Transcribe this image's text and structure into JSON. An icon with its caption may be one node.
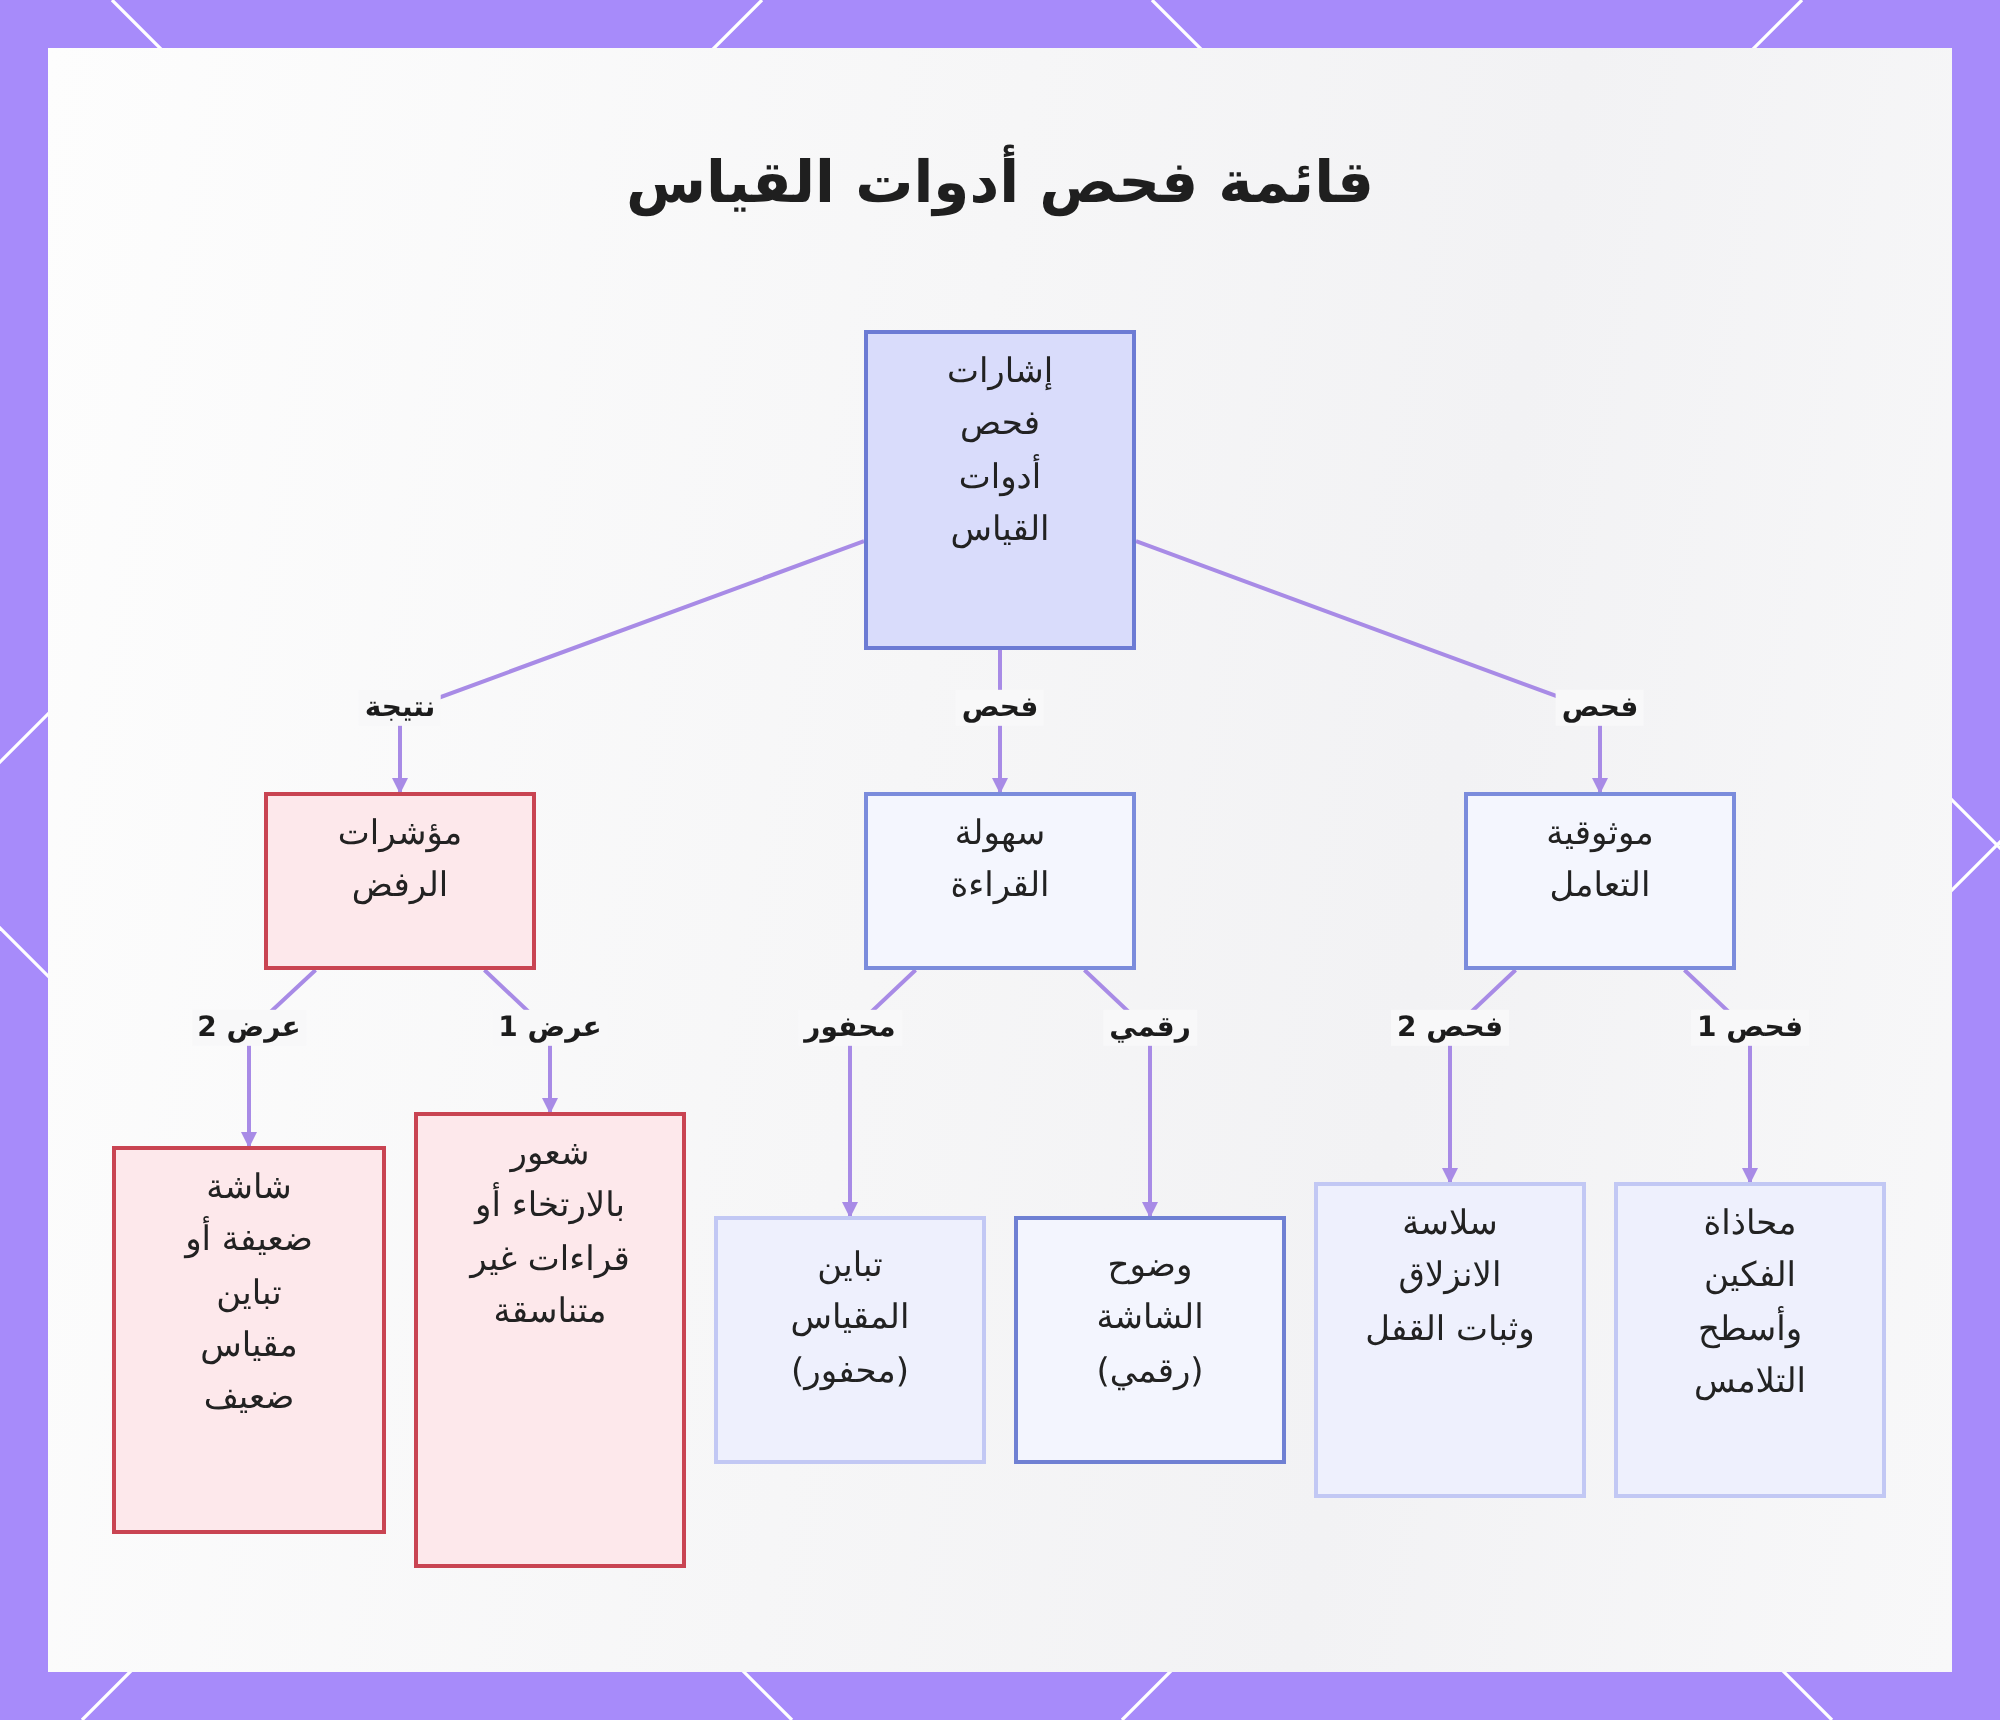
{
  "diagram": {
    "title": "قائمة فحص أدوات القياس",
    "nodes": [
      {
        "text": [
          "إشارات فحص أدوات القياس"
        ]
      },
      {
        "text": [
          "موثوقية التعامل"
        ]
      },
      {
        "text": [
          "سهولة القراءة"
        ]
      },
      {
        "text": [
          "مؤشرات الرفض"
        ]
      },
      {
        "text": [
          "محاذاة الفكين وأسطح التلامس"
        ]
      },
      {
        "text": [
          "سلاسة الانزلاق وثبات القفل"
        ]
      },
      {
        "text": [
          "وضوح الشاشة (رقمي)"
        ]
      },
      {
        "text": [
          "تباين المقياس (محفور)"
        ]
      },
      {
        "text": [
          "شعور بالارتخاء أو قراءات غير متناسقة"
        ]
      },
      {
        "text": [
          "شاشة ضعيفة أو تباين مقياس ضعيف"
        ]
      }
    ],
    "edges": [
      {
        "from": 0,
        "to": 1,
        "arrow": "to",
        "label": "فحص"
      },
      {
        "from": 0,
        "to": 2,
        "arrow": "to",
        "label": "فحص"
      },
      {
        "from": 0,
        "to": 3,
        "arrow": "to",
        "label": "نتيجة"
      },
      {
        "from": 1,
        "to": 4,
        "arrow": "to",
        "label": "فحص 1"
      },
      {
        "from": 1,
        "to": 5,
        "arrow": "to",
        "label": "فحص 2"
      },
      {
        "from": 2,
        "to": 6,
        "arrow": "to",
        "label": "رقمي"
      },
      {
        "from": 2,
        "to": 7,
        "arrow": "to",
        "label": "محفور"
      },
      {
        "from": 3,
        "to": 8,
        "arrow": "to",
        "label": "عرض 1"
      },
      {
        "from": 3,
        "to": 9,
        "arrow": "to",
        "label": "عرض 2"
      }
    ]
  }
}
